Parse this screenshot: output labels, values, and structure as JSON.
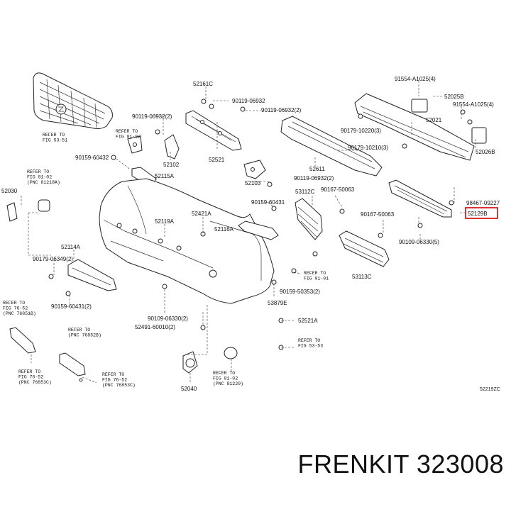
{
  "diagram": {
    "part_labels": [
      {
        "id": "52161c",
        "text": "52161C"
      },
      {
        "id": "90119-06932a",
        "text": "90119-06932"
      },
      {
        "id": "90119-06932b",
        "text": "90119-06932(2)"
      },
      {
        "id": "90119-06932c",
        "text": "90119-06932(2)"
      },
      {
        "id": "91554-a1025a",
        "text": "91554-A1025(4)"
      },
      {
        "id": "52025b",
        "text": "52025B"
      },
      {
        "id": "91554-a1025b",
        "text": "91554-A1025(4)"
      },
      {
        "id": "52021",
        "text": "52021"
      },
      {
        "id": "90179-10220",
        "text": "90179-10220(3)"
      },
      {
        "id": "90179-10210",
        "text": "90179-10210(3)"
      },
      {
        "id": "52026b",
        "text": "52026B"
      },
      {
        "id": "52102",
        "text": "52102"
      },
      {
        "id": "52521",
        "text": "52521"
      },
      {
        "id": "52611",
        "text": "52611"
      },
      {
        "id": "90159-60432",
        "text": "90159-60432"
      },
      {
        "id": "52115a",
        "text": "52115A"
      },
      {
        "id": "52103",
        "text": "52103"
      },
      {
        "id": "90119-06932d",
        "text": "90119-06932(2)"
      },
      {
        "id": "52030",
        "text": "52030"
      },
      {
        "id": "53112c",
        "text": "53112C"
      },
      {
        "id": "90167-50063a",
        "text": "90167-50063"
      },
      {
        "id": "90159-60431a",
        "text": "90159-60431"
      },
      {
        "id": "98467-09227",
        "text": "98467-09227"
      },
      {
        "id": "52129b",
        "text": "52129B"
      },
      {
        "id": "52421a",
        "text": "52421A"
      },
      {
        "id": "52119a",
        "text": "52119A"
      },
      {
        "id": "52116a",
        "text": "52116A"
      },
      {
        "id": "90167-50063b",
        "text": "90167-50063"
      },
      {
        "id": "90109-06330a",
        "text": "90109-06330(5)"
      },
      {
        "id": "52114a",
        "text": "52114A"
      },
      {
        "id": "90179-06349",
        "text": "90179-06349(2)"
      },
      {
        "id": "53113c",
        "text": "53113C"
      },
      {
        "id": "90159-50353",
        "text": "90159-50353(2)"
      },
      {
        "id": "90159-60431b",
        "text": "90159-60431(2)"
      },
      {
        "id": "53879e",
        "text": "53879E"
      },
      {
        "id": "90109-06330b",
        "text": "90109-06330(2)"
      },
      {
        "id": "52491-60010",
        "text": "52491-60010(2)"
      },
      {
        "id": "52521a",
        "text": "52521A"
      },
      {
        "id": "52040",
        "text": "52040"
      }
    ],
    "refer_words": {
      "refer": "REFER",
      "to": "TO"
    },
    "references": [
      {
        "id": "fig5351",
        "fig": "FIG 53-51",
        "pnc": ""
      },
      {
        "id": "fig8102a",
        "fig": "FIG 81-02",
        "pnc": ""
      },
      {
        "id": "fig8102b",
        "fig": "FIG 81-02",
        "pnc": "(PNC 81218A)"
      },
      {
        "id": "fig8101",
        "fig": "FIG 81-01",
        "pnc": ""
      },
      {
        "id": "fig5353",
        "fig": "FIG 53-53",
        "pnc": ""
      },
      {
        "id": "fig7652a",
        "fig": "FIG 76-52",
        "pnc": "(PNC 76851B)"
      },
      {
        "id": "pnc76852b",
        "fig": "",
        "pnc": "(PNC 76852B)"
      },
      {
        "id": "fig7652b",
        "fig": "FIG 76-52",
        "pnc": "(PNC 76853C)"
      },
      {
        "id": "fig7652c",
        "fig": "FIG 76-52",
        "pnc": "(PNC 76853C)"
      },
      {
        "id": "fig8102c",
        "fig": "FIG 81-02",
        "pnc": "(PNC 81220)"
      }
    ],
    "highlighted_part": "52129B",
    "highlight_color": "#d00000",
    "illustration_code": "52219ZC"
  },
  "brand": {
    "text": "FRENKIT 323008"
  }
}
